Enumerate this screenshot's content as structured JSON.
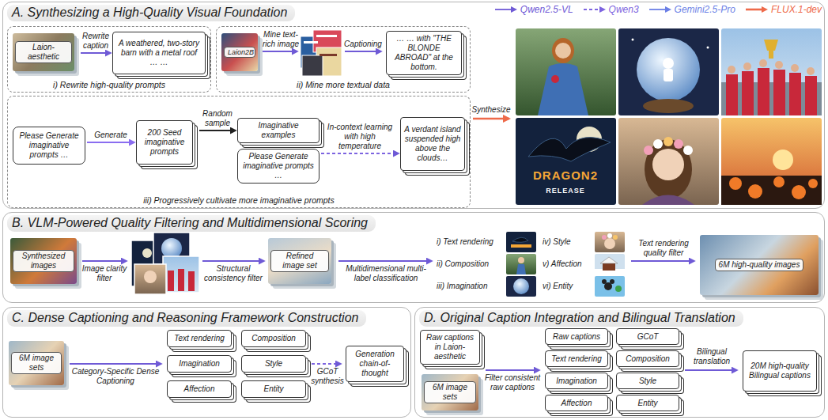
{
  "diagram": {
    "nodes": [
      {
        "text": [
          "A. Synthesizing a High-Quality Visual Foundation"
        ]
      },
      {
        "text": [
          "i) Rewrite high-quality prompts"
        ],
        "in": 0
      },
      {
        "text": [
          "Laion-aesthetic"
        ],
        "in": 1
      },
      {
        "text": [
          "A weathered, two-story barn with a metal roof … …"
        ],
        "in": 1
      },
      {
        "text": [
          "ii) Mine more textual data"
        ],
        "in": 0
      },
      {
        "text": [
          "Laion2B"
        ],
        "in": 4
      },
      {
        "text": [
          "… … with \"THE BLONDE ABROAD\" at the bottom."
        ],
        "in": 4
      },
      {
        "text": [
          "iii) Progressively cultivate more imaginative prompts"
        ],
        "in": 0
      },
      {
        "text": [
          "Please Generate imaginative prompts …"
        ],
        "in": 7
      },
      {
        "text": [
          "200 Seed imaginative prompts"
        ],
        "in": 7
      },
      {
        "text": [
          "Imaginative examples"
        ],
        "in": 7
      },
      {
        "text": [
          "Please Generate imaginative prompts …"
        ],
        "in": 7
      },
      {
        "text": [
          "A verdant island suspended high above the clouds…"
        ],
        "in": 7
      },
      {
        "text": [
          "B. VLM-Powered Quality Filtering and Multidimensional Scoring"
        ]
      },
      {
        "text": [
          "Synthesized images"
        ],
        "in": 13
      },
      {
        "text": [
          "Refined image set"
        ],
        "in": 13
      },
      {
        "text": [
          "6M high-quality images"
        ],
        "in": 13
      },
      {
        "text": [
          "C. Dense Captioning and Reasoning Framework Construction"
        ]
      },
      {
        "text": [
          "6M image sets"
        ],
        "in": 17
      },
      {
        "text": [
          "Text rendering"
        ],
        "in": 17
      },
      {
        "text": [
          "Composition"
        ],
        "in": 17
      },
      {
        "text": [
          "Imagination"
        ],
        "in": 17
      },
      {
        "text": [
          "Style"
        ],
        "in": 17
      },
      {
        "text": [
          "Affection"
        ],
        "in": 17
      },
      {
        "text": [
          "Entity"
        ],
        "in": 17
      },
      {
        "text": [
          "Generation chain-of-thought"
        ],
        "in": 17
      },
      {
        "text": [
          "D. Original Caption Integration and Bilingual Translation"
        ]
      },
      {
        "text": [
          "Raw captions in Laion-aesthetic"
        ],
        "in": 26
      },
      {
        "text": [
          "6M image sets"
        ],
        "in": 26
      },
      {
        "text": [
          "Raw captions"
        ],
        "in": 26
      },
      {
        "text": [
          "GCoT"
        ],
        "in": 26
      },
      {
        "text": [
          "Text rendering"
        ],
        "in": 26
      },
      {
        "text": [
          "Composition"
        ],
        "in": 26
      },
      {
        "text": [
          "Imagination"
        ],
        "in": 26
      },
      {
        "text": [
          "Style"
        ],
        "in": 26
      },
      {
        "text": [
          "Affection"
        ],
        "in": 26
      },
      {
        "text": [
          "Entity"
        ],
        "in": 26
      },
      {
        "text": [
          "20M high-quality Bilingual captions"
        ],
        "in": 26
      }
    ],
    "edges": [
      {
        "from": 2,
        "to": 3,
        "label": "Rewrite caption",
        "arrow": "to"
      },
      {
        "from": 8,
        "to": 9,
        "label": "Generate",
        "arrow": "to"
      },
      {
        "from": 9,
        "to": 10,
        "label": "Random sample",
        "arrow": "to"
      },
      {
        "from": 11,
        "to": 12,
        "label": "In-context learning with high temperature",
        "arrow": "to"
      }
    ],
    "labels": [
      "Mine text-rich image",
      "Captioning",
      "Synthesize",
      "DRAGON2",
      "RELEASE",
      "Image clarity filter",
      "Structural consistency filter",
      "Multidimensional multi-label classification",
      "i) Text rendering",
      "ii) Composition",
      "iii) Imagination",
      "iv) Style",
      "v) Affection",
      "vi) Entity",
      "Text rendering quality filter",
      "Category-Specific Dense Captioning",
      "GCoT synthesis",
      "Filter consistent raw captions",
      "Bilingual translation"
    ],
    "legend": [
      {
        "text": "Qwen2.5-VL",
        "color": "#6f5ad6"
      },
      {
        "text": "Qwen3",
        "color": "#7d64e0"
      },
      {
        "text": "Gemini2.5-Pro",
        "color": "#6b7fe6"
      },
      {
        "text": "FLUX.1-dev",
        "color": "#ee6a4a"
      }
    ]
  }
}
